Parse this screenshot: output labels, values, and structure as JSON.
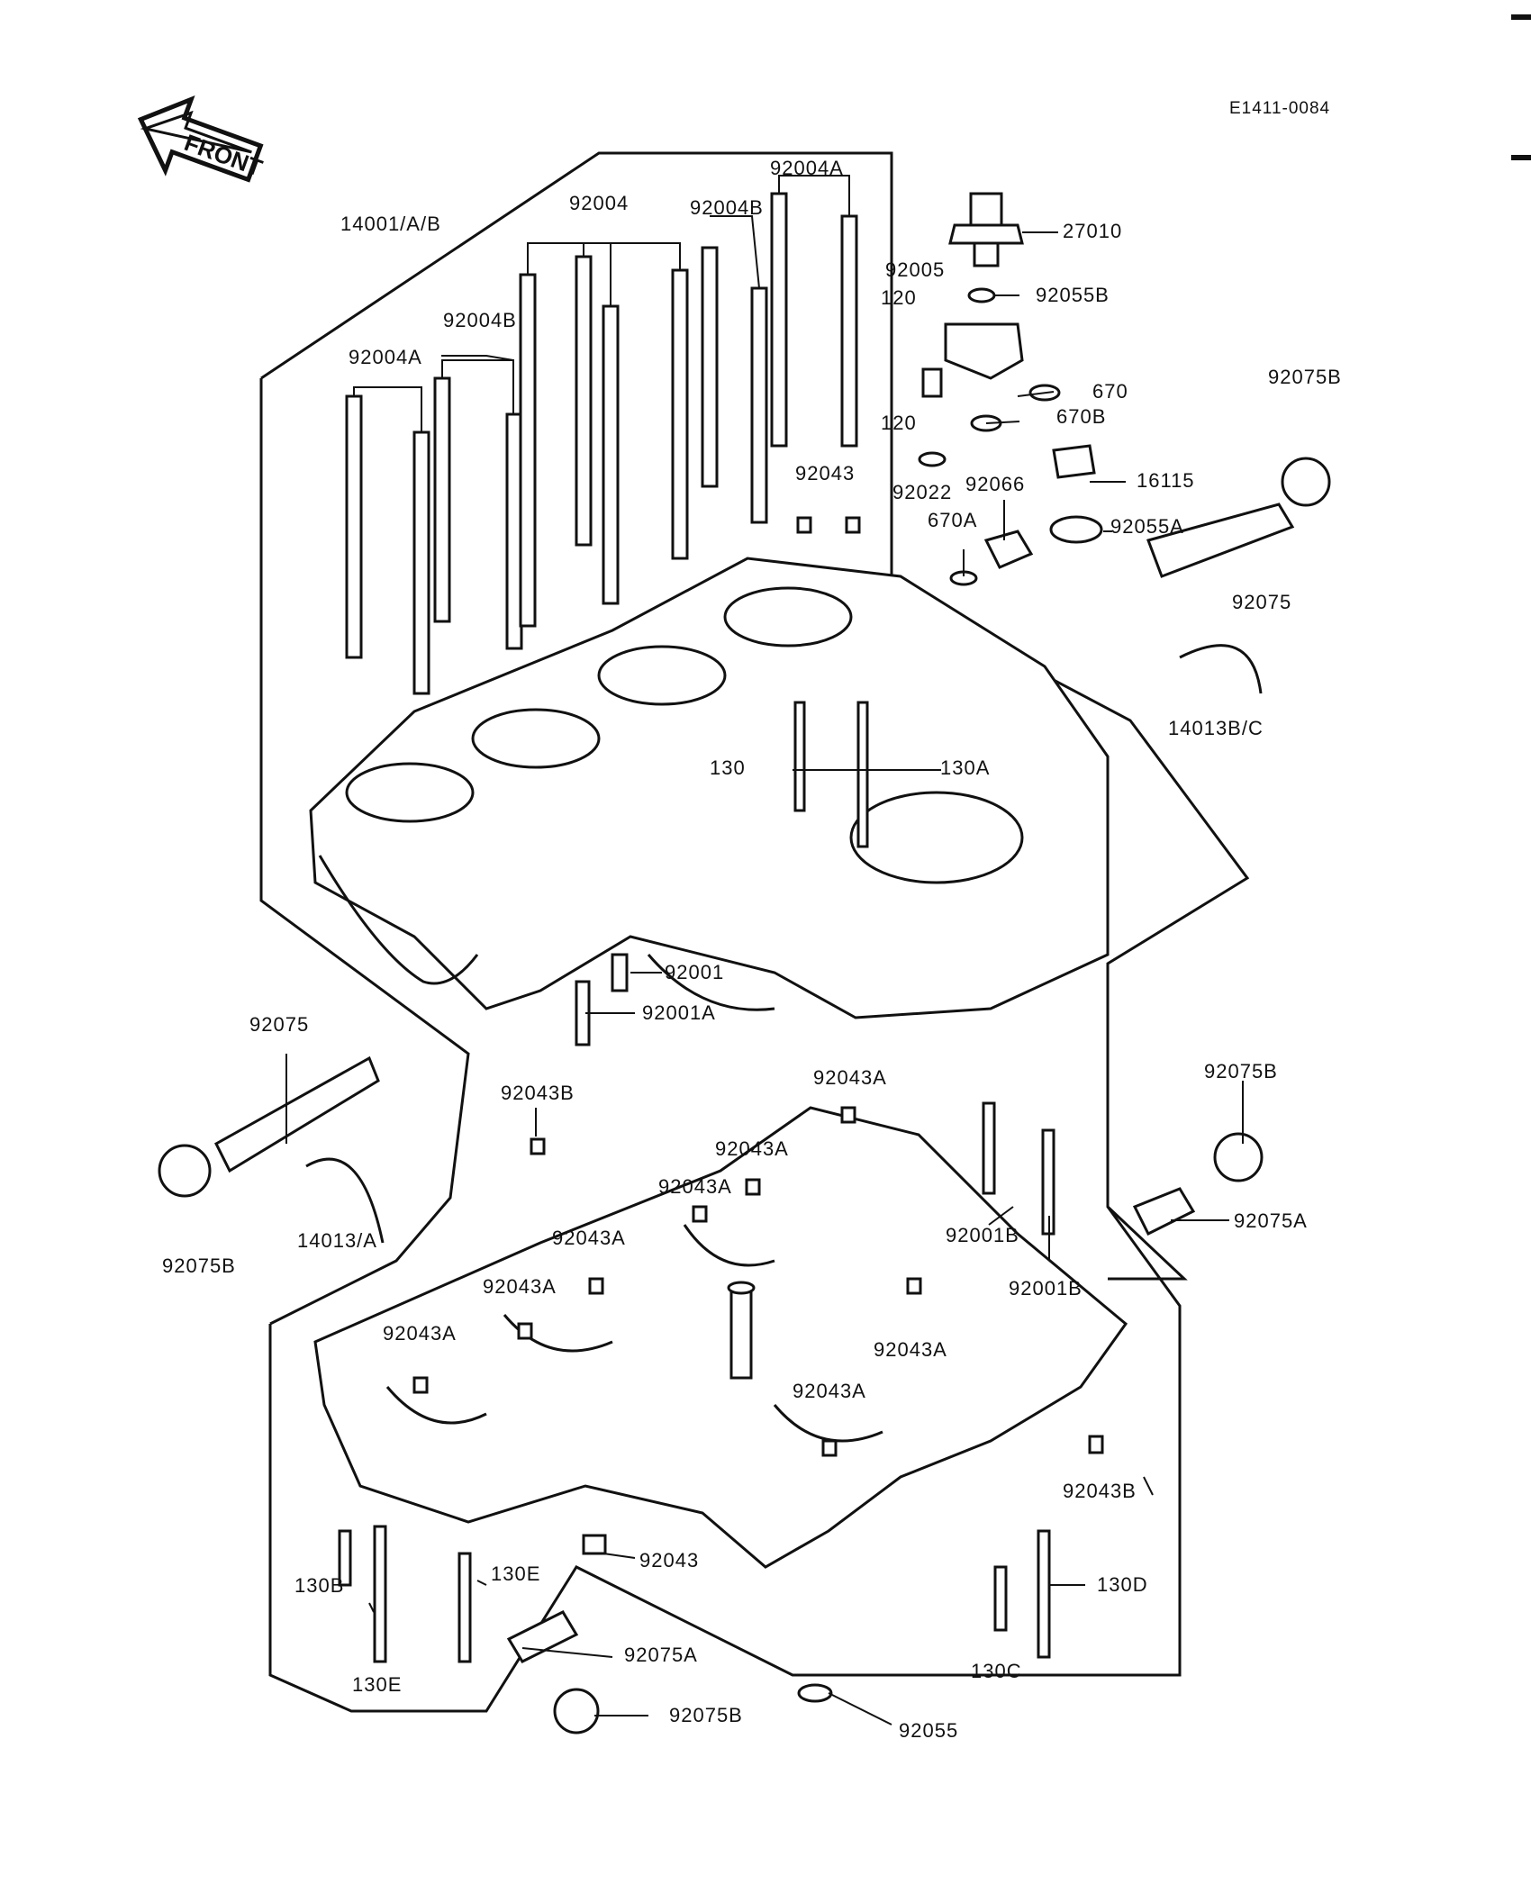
{
  "doc_id": "E1411-0084",
  "front_arrow_label": "FRONT",
  "labels": {
    "l14001": "14001/A/B",
    "l92004_top": "92004",
    "l92004B_top": "92004B",
    "l92004A_top": "92004A",
    "l92004B_mid": "92004B",
    "l92004A_left": "92004A",
    "l27010": "27010",
    "l92005": "92005",
    "l92055B": "92055B",
    "l120a": "120",
    "l120b": "120",
    "l670": "670",
    "l670B": "670B",
    "l92075B_tr": "92075B",
    "l92043_top": "92043",
    "l92022": "92022",
    "l92066": "92066",
    "l16115": "16115",
    "l670A": "670A",
    "l92055A": "92055A",
    "l92075_tr": "92075",
    "l14013BC": "14013B/C",
    "l130": "130",
    "l130A": "130A",
    "l92001": "92001",
    "l92001A": "92001A",
    "l92075_left": "92075",
    "l92043B_a": "92043B",
    "l92043A_a": "92043A",
    "l92075B_right": "92075B",
    "l92043A_b": "92043A",
    "l92043A_c": "92043A",
    "l92001B_a": "92001B",
    "l92075A_right": "92075A",
    "l92043A_d": "92043A",
    "l92075B_left": "92075B",
    "l14013A": "14013/A",
    "l92001B_b": "92001B",
    "l92043A_e": "92043A",
    "l92043A_f": "92043A",
    "l92043A_g": "92043A",
    "l92043A_h": "92043A",
    "l92043B_b": "92043B",
    "l130B": "130B",
    "l130E_a": "130E",
    "l92043_bottom": "92043",
    "l130D": "130D",
    "l130E_b": "130E",
    "l92075A_bottom": "92075A",
    "l130C": "130C",
    "l92075B_bottom": "92075B",
    "l92055": "92055"
  }
}
